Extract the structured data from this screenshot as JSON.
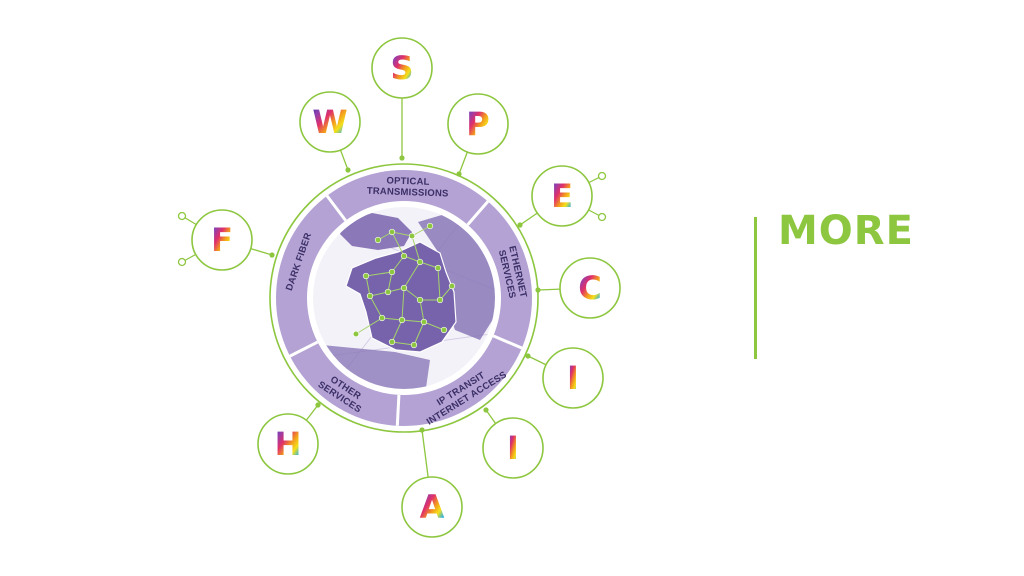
{
  "accent_green": "#8dc63f",
  "ring_purple": "#b3a2d3",
  "map_purple": "#8a78b8",
  "ring_segments": [
    {
      "lines": [
        "OPTICAL",
        "TRANSMISSIONS"
      ]
    },
    {
      "lines": [
        "ETHERNET",
        "SERVICES"
      ]
    },
    {
      "lines": [
        "IP TRANSIT",
        "INTERNET ACCESS"
      ]
    },
    {
      "lines": [
        "OTHER",
        "SERVICES"
      ]
    },
    {
      "lines": [
        "DARK FIBER"
      ]
    }
  ],
  "nodes": [
    {
      "letter": "S"
    },
    {
      "letter": "P"
    },
    {
      "letter": "E"
    },
    {
      "letter": "C"
    },
    {
      "letter": "I"
    },
    {
      "letter": "I"
    },
    {
      "letter": "A"
    },
    {
      "letter": "H"
    },
    {
      "letter": "F"
    },
    {
      "letter": "W"
    }
  ],
  "more": {
    "label": "MORE"
  }
}
